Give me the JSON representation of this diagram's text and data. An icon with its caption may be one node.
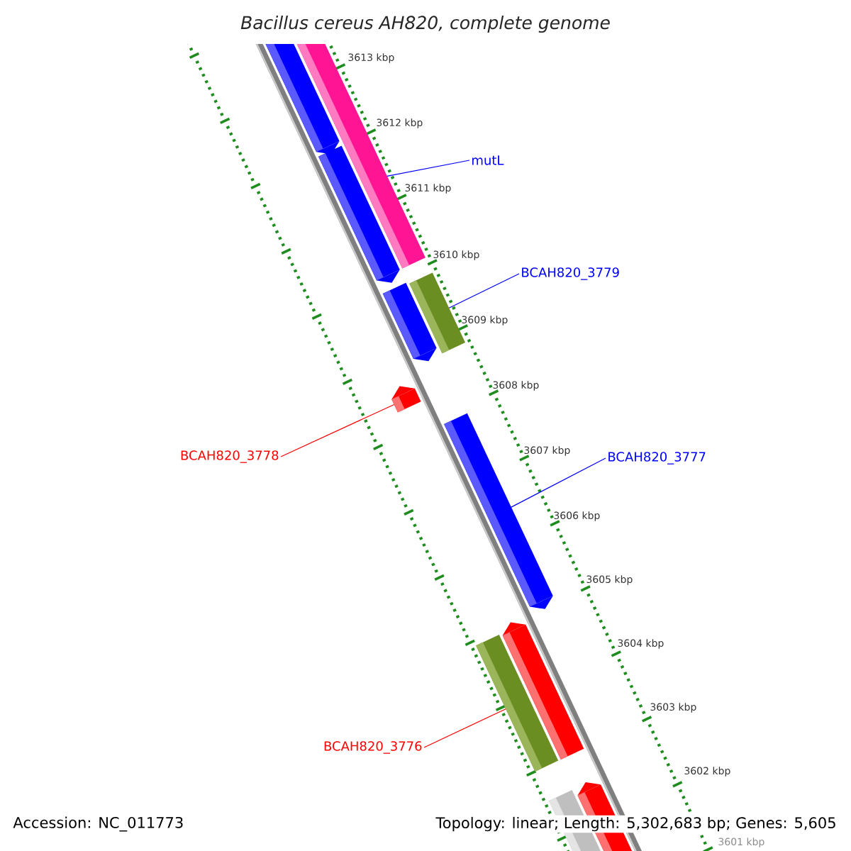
{
  "diagram": {
    "title": "Bacillus cereus AH820, complete genome",
    "nodes": [
      {
        "text": [
          "mutL"
        ]
      },
      {
        "text": [
          "BCAH820_3779"
        ]
      },
      {
        "text": [
          "BCAH820_3777"
        ]
      },
      {
        "text": [
          "BCAH820_3778"
        ]
      },
      {
        "text": [
          "BCAH820_3776"
        ]
      },
      {
        "text": [],
        "shape": "bar"
      },
      {
        "text": [],
        "shape": "bar"
      },
      {
        "text": [],
        "shape": "bar"
      },
      {
        "text": [],
        "shape": "bar"
      },
      {
        "text": [],
        "shape": "bar"
      }
    ],
    "edges": [
      {
        "from": 0,
        "to": 5,
        "arrow": "none"
      },
      {
        "from": 1,
        "to": 6,
        "arrow": "none"
      },
      {
        "from": 2,
        "to": 7,
        "arrow": "none"
      },
      {
        "from": 3,
        "to": 8,
        "arrow": "none",
        "color": "#ff0000"
      },
      {
        "from": 4,
        "to": 9,
        "arrow": "none",
        "color": "#ff0000"
      }
    ],
    "labels": [
      "3613 kbp",
      "3612 kbp",
      "3611 kbp",
      "3610 kbp",
      "3609 kbp",
      "3608 kbp",
      "3607 kbp",
      "3606 kbp",
      "3605 kbp",
      "3604 kbp",
      "3603 kbp",
      "3602 kbp",
      "3601 kbp",
      "Accession: NC_011773",
      "Topology: linear; Length: 5,302,683 bp; Genes: 5,605"
    ]
  }
}
